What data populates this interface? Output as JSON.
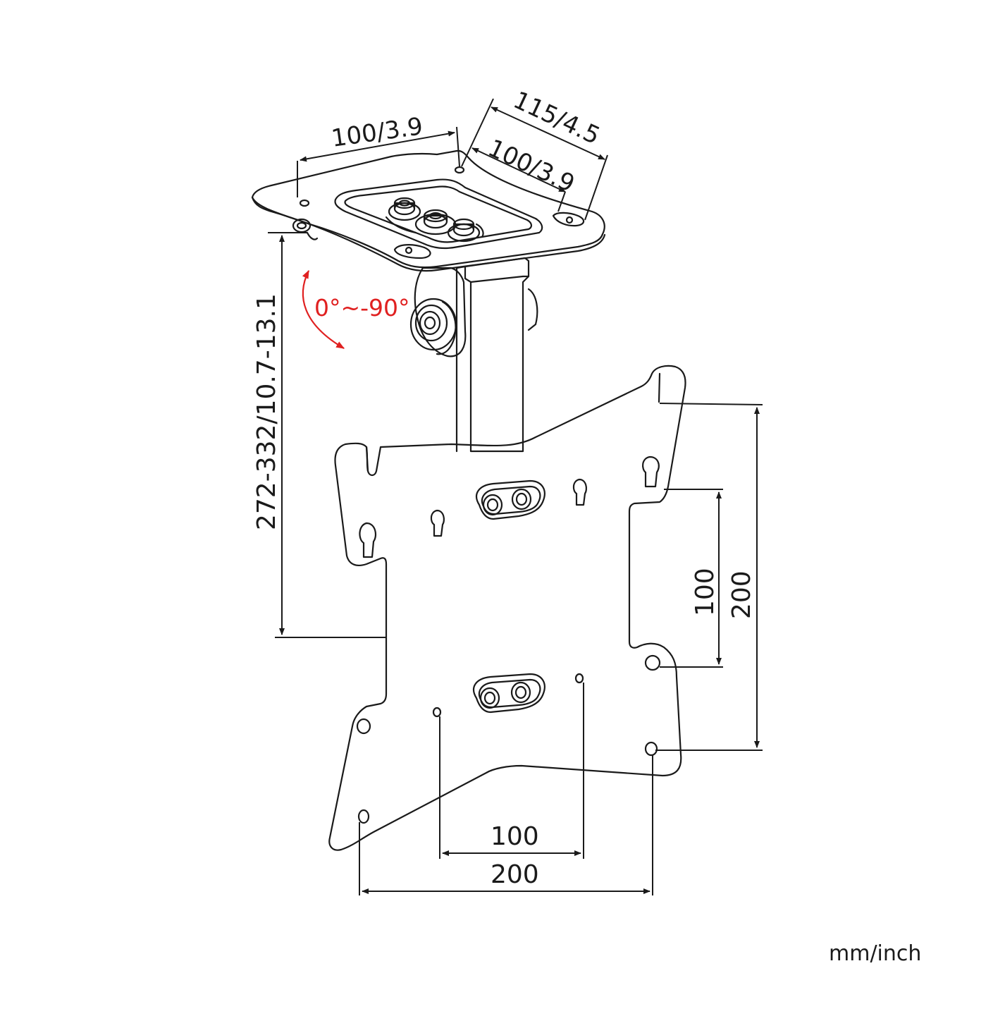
{
  "labels": {
    "top_width": "100/3.9",
    "top_depth_outer": "115/4.5",
    "top_depth_inner": "100/3.9",
    "height_range": "272-332/10.7-13.1",
    "tilt_range": "0°~-90°",
    "vesa_h_small": "100",
    "vesa_h_large": "200",
    "vesa_v_small": "100",
    "vesa_v_large": "200",
    "units": "mm/inch"
  },
  "colors": {
    "line": "#1a1a1a",
    "tilt_accent": "#e02020",
    "background": "#ffffff"
  }
}
